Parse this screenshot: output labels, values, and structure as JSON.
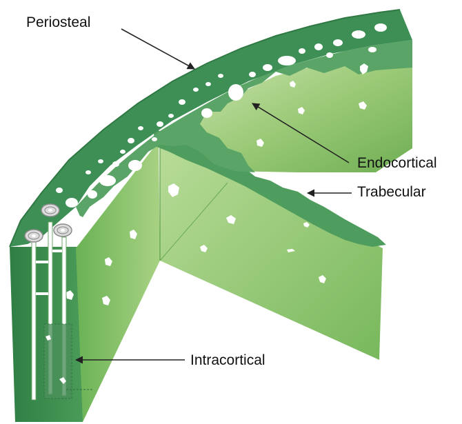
{
  "labels": {
    "periosteal": "Periosteal",
    "endocortical": "Endocortical",
    "trabecular": "Trabecular",
    "intracortical": "Intracortical"
  },
  "colors": {
    "periosteal_dark": "#3d8f55",
    "endocortical_mid": "#5aa467",
    "trabecular_light": "#9ccb78",
    "bone_face": "#78b85c",
    "cortex_left_face": "#3a8a4c",
    "pore_white": "#ffffff",
    "label_text": "#111111",
    "arrow": "#222222"
  }
}
